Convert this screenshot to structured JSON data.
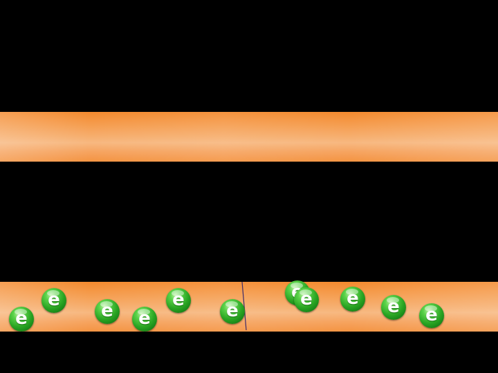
{
  "wire_color": "#f6a460",
  "electron_color": "#2aa523",
  "background_color": "#000000",
  "divider_color": "#3a2a6a",
  "electrons": [
    {
      "label": "e"
    },
    {
      "label": "e"
    },
    {
      "label": "e"
    },
    {
      "label": "e"
    },
    {
      "label": "e"
    },
    {
      "label": "e"
    },
    {
      "label": "e"
    },
    {
      "label": "e"
    },
    {
      "label": "e"
    },
    {
      "label": "e"
    },
    {
      "label": "e"
    }
  ]
}
